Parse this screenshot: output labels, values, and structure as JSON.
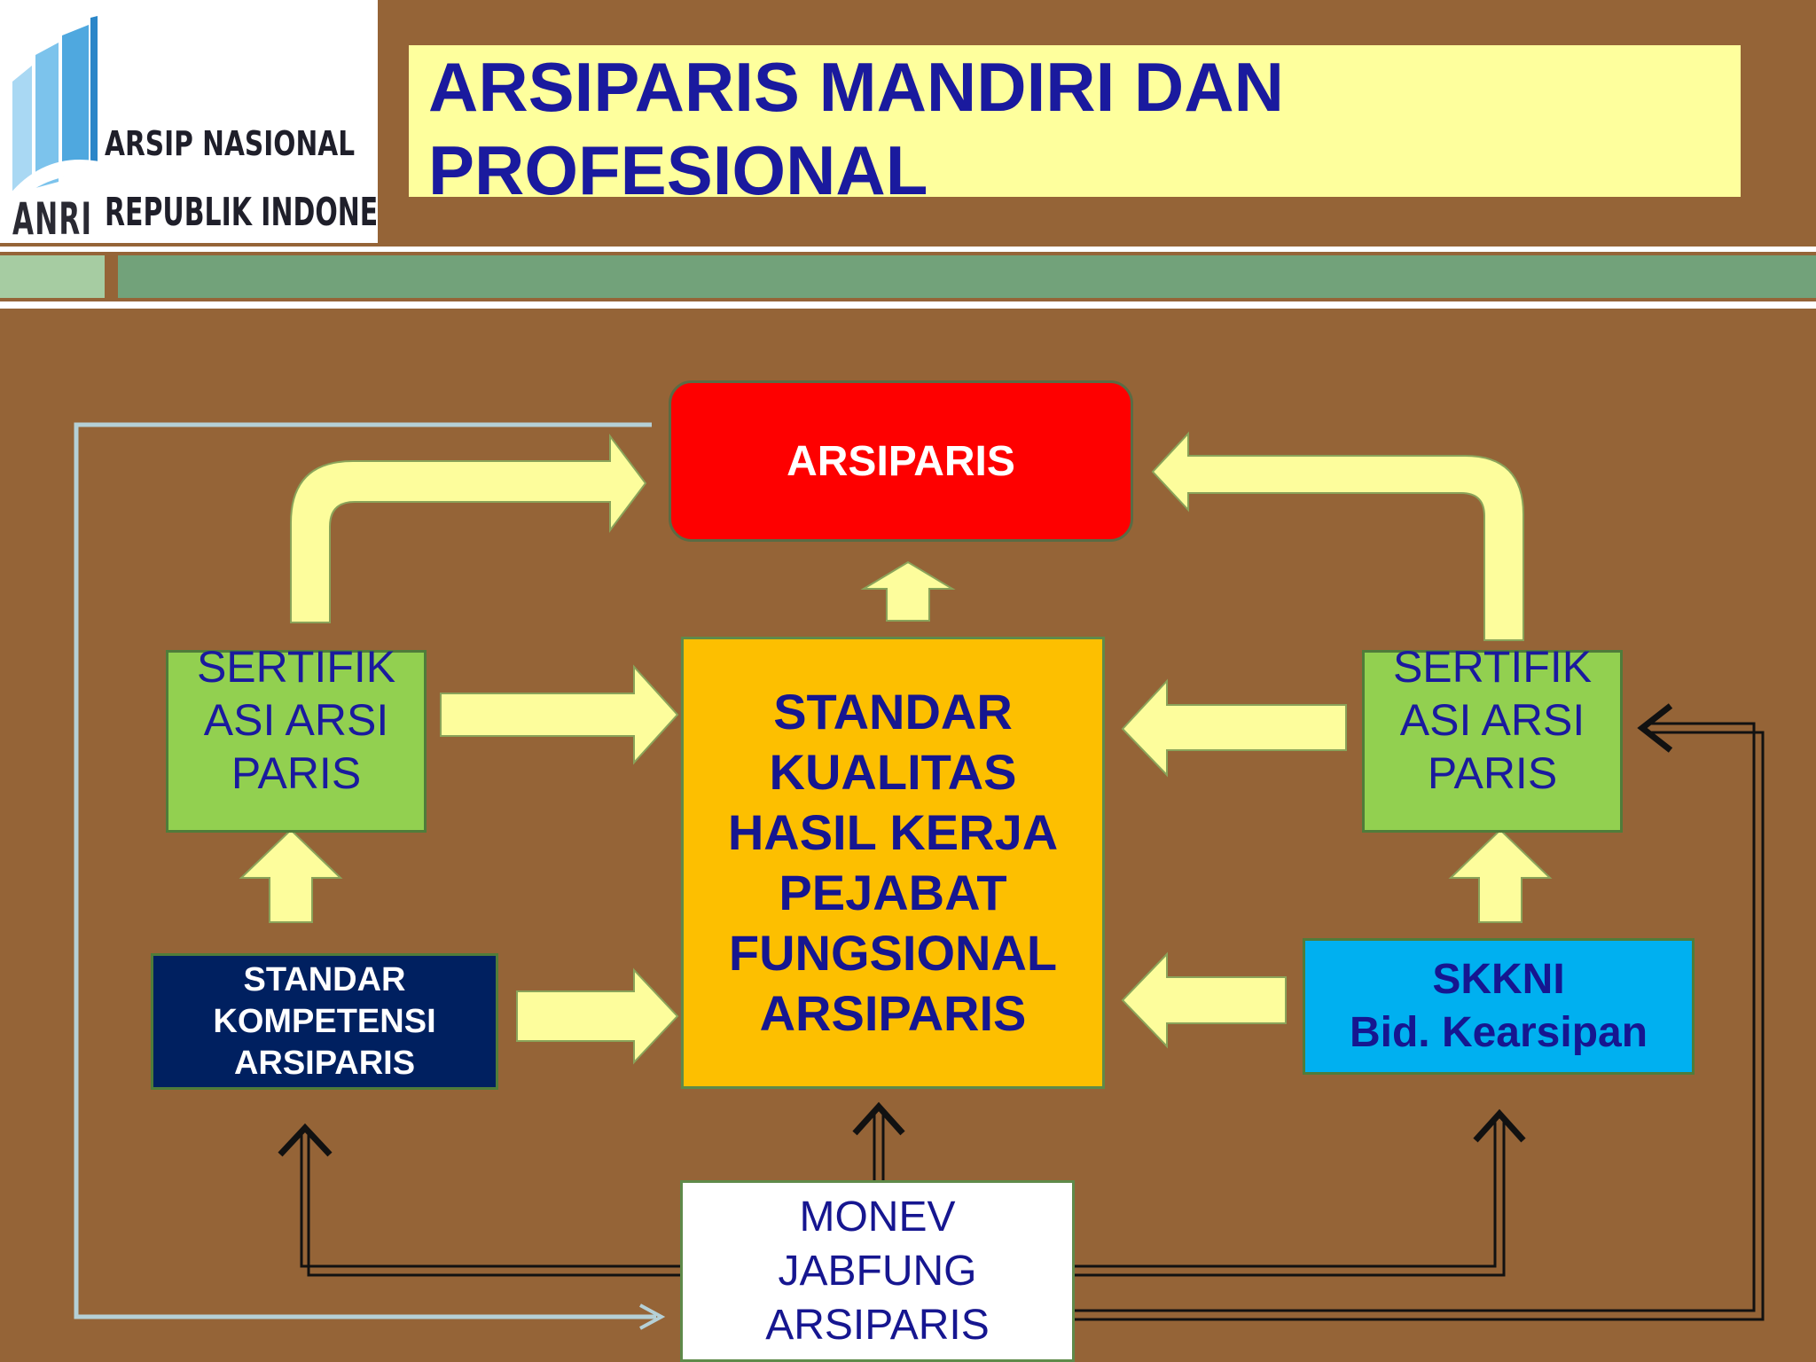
{
  "logo": {
    "line1": "ARSIP NASIONAL",
    "line2": "REPUBLIK INDONESIA",
    "mark": "ANRI"
  },
  "title": {
    "line1": "ARSIPARIS MANDIRI DAN",
    "line2": "PROFESIONAL"
  },
  "diagram": {
    "arsiparis": "ARSIPARIS",
    "standar_kualitas": [
      "STANDAR",
      "KUALITAS",
      "HASIL KERJA",
      "PEJABAT",
      "FUNGSIONAL",
      "ARSIPARIS"
    ],
    "sertifikasi_left": "SERTIFIKASI ARSIPARIS",
    "sertifikasi_right": "SERTIFIKASI ARSIPARIS",
    "standar_kompetensi": [
      "STANDAR",
      "KOMPETENSI",
      "ARSIPARIS"
    ],
    "skkni": [
      "SKKNI",
      "Bid. Kearsipan"
    ],
    "monev": [
      "MONEV",
      "JABFUNG",
      "ARSIPARIS"
    ]
  },
  "colors": {
    "background": "#956437",
    "title_bg": "#feff9d",
    "title_text": "#1a1a9e",
    "arrow_fill": "#fdfd9c",
    "arsiparis_box": "#fe0000",
    "standar_kualitas_box": "#fdbf00",
    "sertifikasi_box": "#92d050",
    "standar_kompetensi_box": "#002060",
    "skkni_box": "#00b0f0",
    "monev_box": "#ffffff"
  }
}
